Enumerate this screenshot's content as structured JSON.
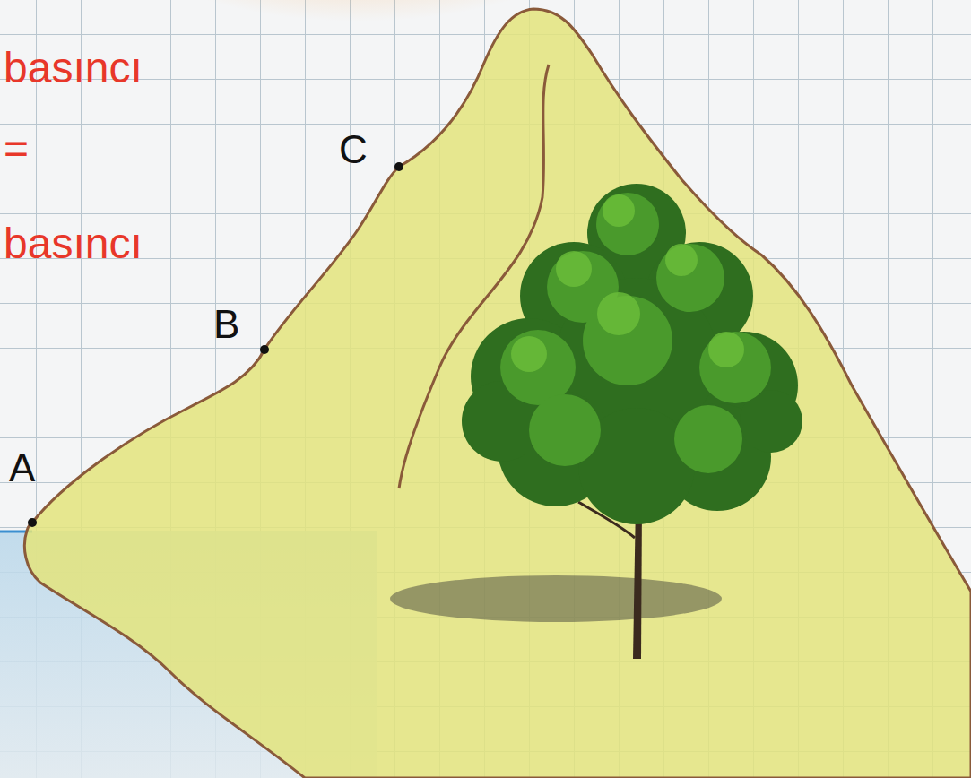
{
  "diagram": {
    "labels": [
      "basıncı",
      "=",
      "basıncı",
      "A",
      "B",
      "C"
    ]
  }
}
